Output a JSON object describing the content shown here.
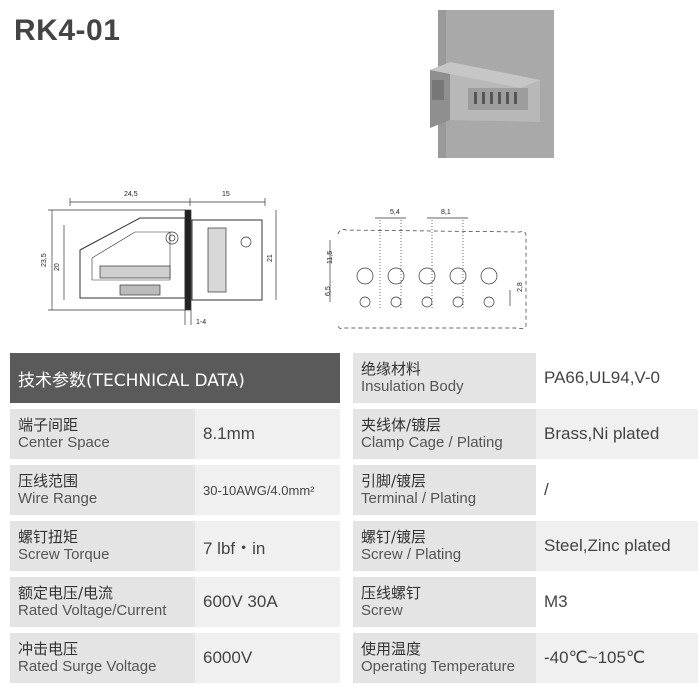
{
  "title": "RK4-01",
  "drawing": {
    "dims": {
      "d1": "24,5",
      "d2": "15",
      "d3": "23,5",
      "d4": "20",
      "d5": "21",
      "d6": "1-4",
      "d7": "5,4",
      "d8": "8,1",
      "d9": "11,5",
      "d10": "6,5",
      "d11": "2,8"
    }
  },
  "left_table": {
    "header": "技术参数(TECHNICAL DATA)",
    "rows": [
      {
        "cn": "端子间距",
        "en": "Center Space",
        "value": "8.1mm"
      },
      {
        "cn": "压线范围",
        "en": "Wire Range",
        "value": "30-10AWG/4.0mm²"
      },
      {
        "cn": "螺钉扭矩",
        "en": "Screw Torque",
        "value": "7 lbf・in"
      },
      {
        "cn": "额定电压/电流",
        "en": "Rated Voltage/Current",
        "value": "600V 30A"
      },
      {
        "cn": "冲击电压",
        "en": "Rated Surge Voltage",
        "value": "6000V"
      }
    ]
  },
  "right_table": {
    "rows": [
      {
        "cn": "绝缘材料",
        "en": "Insulation Body",
        "value": "PA66,UL94,V-0"
      },
      {
        "cn": "夹线体/镀层",
        "en": "Clamp Cage / Plating",
        "value": "Brass,Ni plated"
      },
      {
        "cn": "引脚/镀层",
        "en": "Terminal / Plating",
        "value": "/"
      },
      {
        "cn": "螺钉/镀层",
        "en": "Screw / Plating",
        "value": "Steel,Zinc plated"
      },
      {
        "cn": "压线螺钉",
        "en": "Screw",
        "value": "M3"
      },
      {
        "cn": "使用温度",
        "en": "Operating Temperature",
        "value": "-40℃~105℃"
      }
    ]
  }
}
